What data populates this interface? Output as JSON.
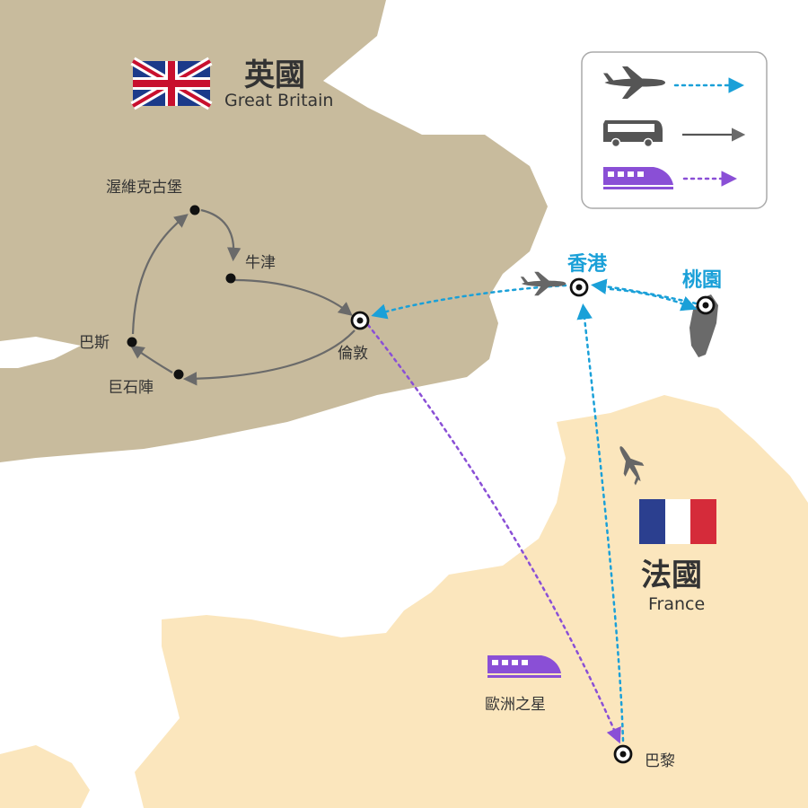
{
  "britain": {
    "name_zh": "英國",
    "name_en": "Great Britain"
  },
  "france": {
    "name_zh": "法國",
    "name_en": "France"
  },
  "cities": {
    "edinburgh": "渥維克古堡",
    "oxford": "牛津",
    "london": "倫敦",
    "bath": "巴斯",
    "stonehenge": "巨石陣",
    "hongkong": "香港",
    "taoyuan": "桃園",
    "paris": "巴黎"
  },
  "train_label": "歐洲之星",
  "legend": {
    "items": [
      {
        "mode": "flight",
        "icon": "airplane-icon",
        "line": "dotted-arrow",
        "color": "#1aa0d8"
      },
      {
        "mode": "coach",
        "icon": "bus-icon",
        "line": "solid-arrow",
        "color": "#555555"
      },
      {
        "mode": "train",
        "icon": "train-icon",
        "line": "dotted-arrow",
        "color": "#8a4fd6"
      }
    ]
  },
  "colors": {
    "britain_land": "#c8bb9d",
    "france_land": "#fbe6bd",
    "sea": "#ffffff",
    "flight": "#1aa0d8",
    "coach": "#666666",
    "train": "#8a4fd6",
    "accent_blue": "#1aa0d8"
  }
}
